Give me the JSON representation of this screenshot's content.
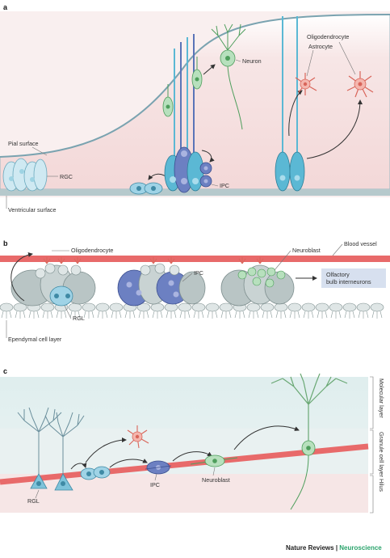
{
  "panels": {
    "a": {
      "letter": "a",
      "labels": {
        "pial_surface": "Pial surface",
        "rgc": "RGC",
        "ventricular_surface": "Ventricular surface",
        "neuron": "Neuron",
        "ipc": "IPC",
        "oligodendrocyte": "Oligodendrocyte",
        "astrocyte": "Astrocyte"
      }
    },
    "b": {
      "letter": "b",
      "labels": {
        "oligodendrocyte": "Oligodendrocyte",
        "neuroblast": "Neuroblast",
        "blood_vessel": "Blood vessel",
        "ipc": "IPC",
        "olfactory_line1": "Olfactory",
        "olfactory_line2": "bulb interneurons",
        "rgl": "RGL",
        "ependymal": "Ependymal cell layer"
      }
    },
    "c": {
      "letter": "c",
      "labels": {
        "molecular_layer": "Molecular layer",
        "granule_cell_layer": "Granule cell layer",
        "hilus": "Hilus",
        "rgl": "RGL",
        "ipc": "IPC",
        "neuroblast": "Neuroblast"
      }
    }
  },
  "credit": {
    "journal": "Nature Reviews",
    "separator": " | ",
    "section": "Neuroscience"
  },
  "colors": {
    "rgc_fill": "#bfe3ee",
    "rgc_core": "#5bb8d4",
    "ipc_fill": "#7b86c4",
    "neuron_green": "#9fd6a8",
    "astro_red": "#e8837a",
    "vessel": "#e86a6a",
    "grey_cell": "#c9d1d1",
    "pink_bg": "#f6dcdc",
    "teal_bg": "#e6f0f0"
  }
}
